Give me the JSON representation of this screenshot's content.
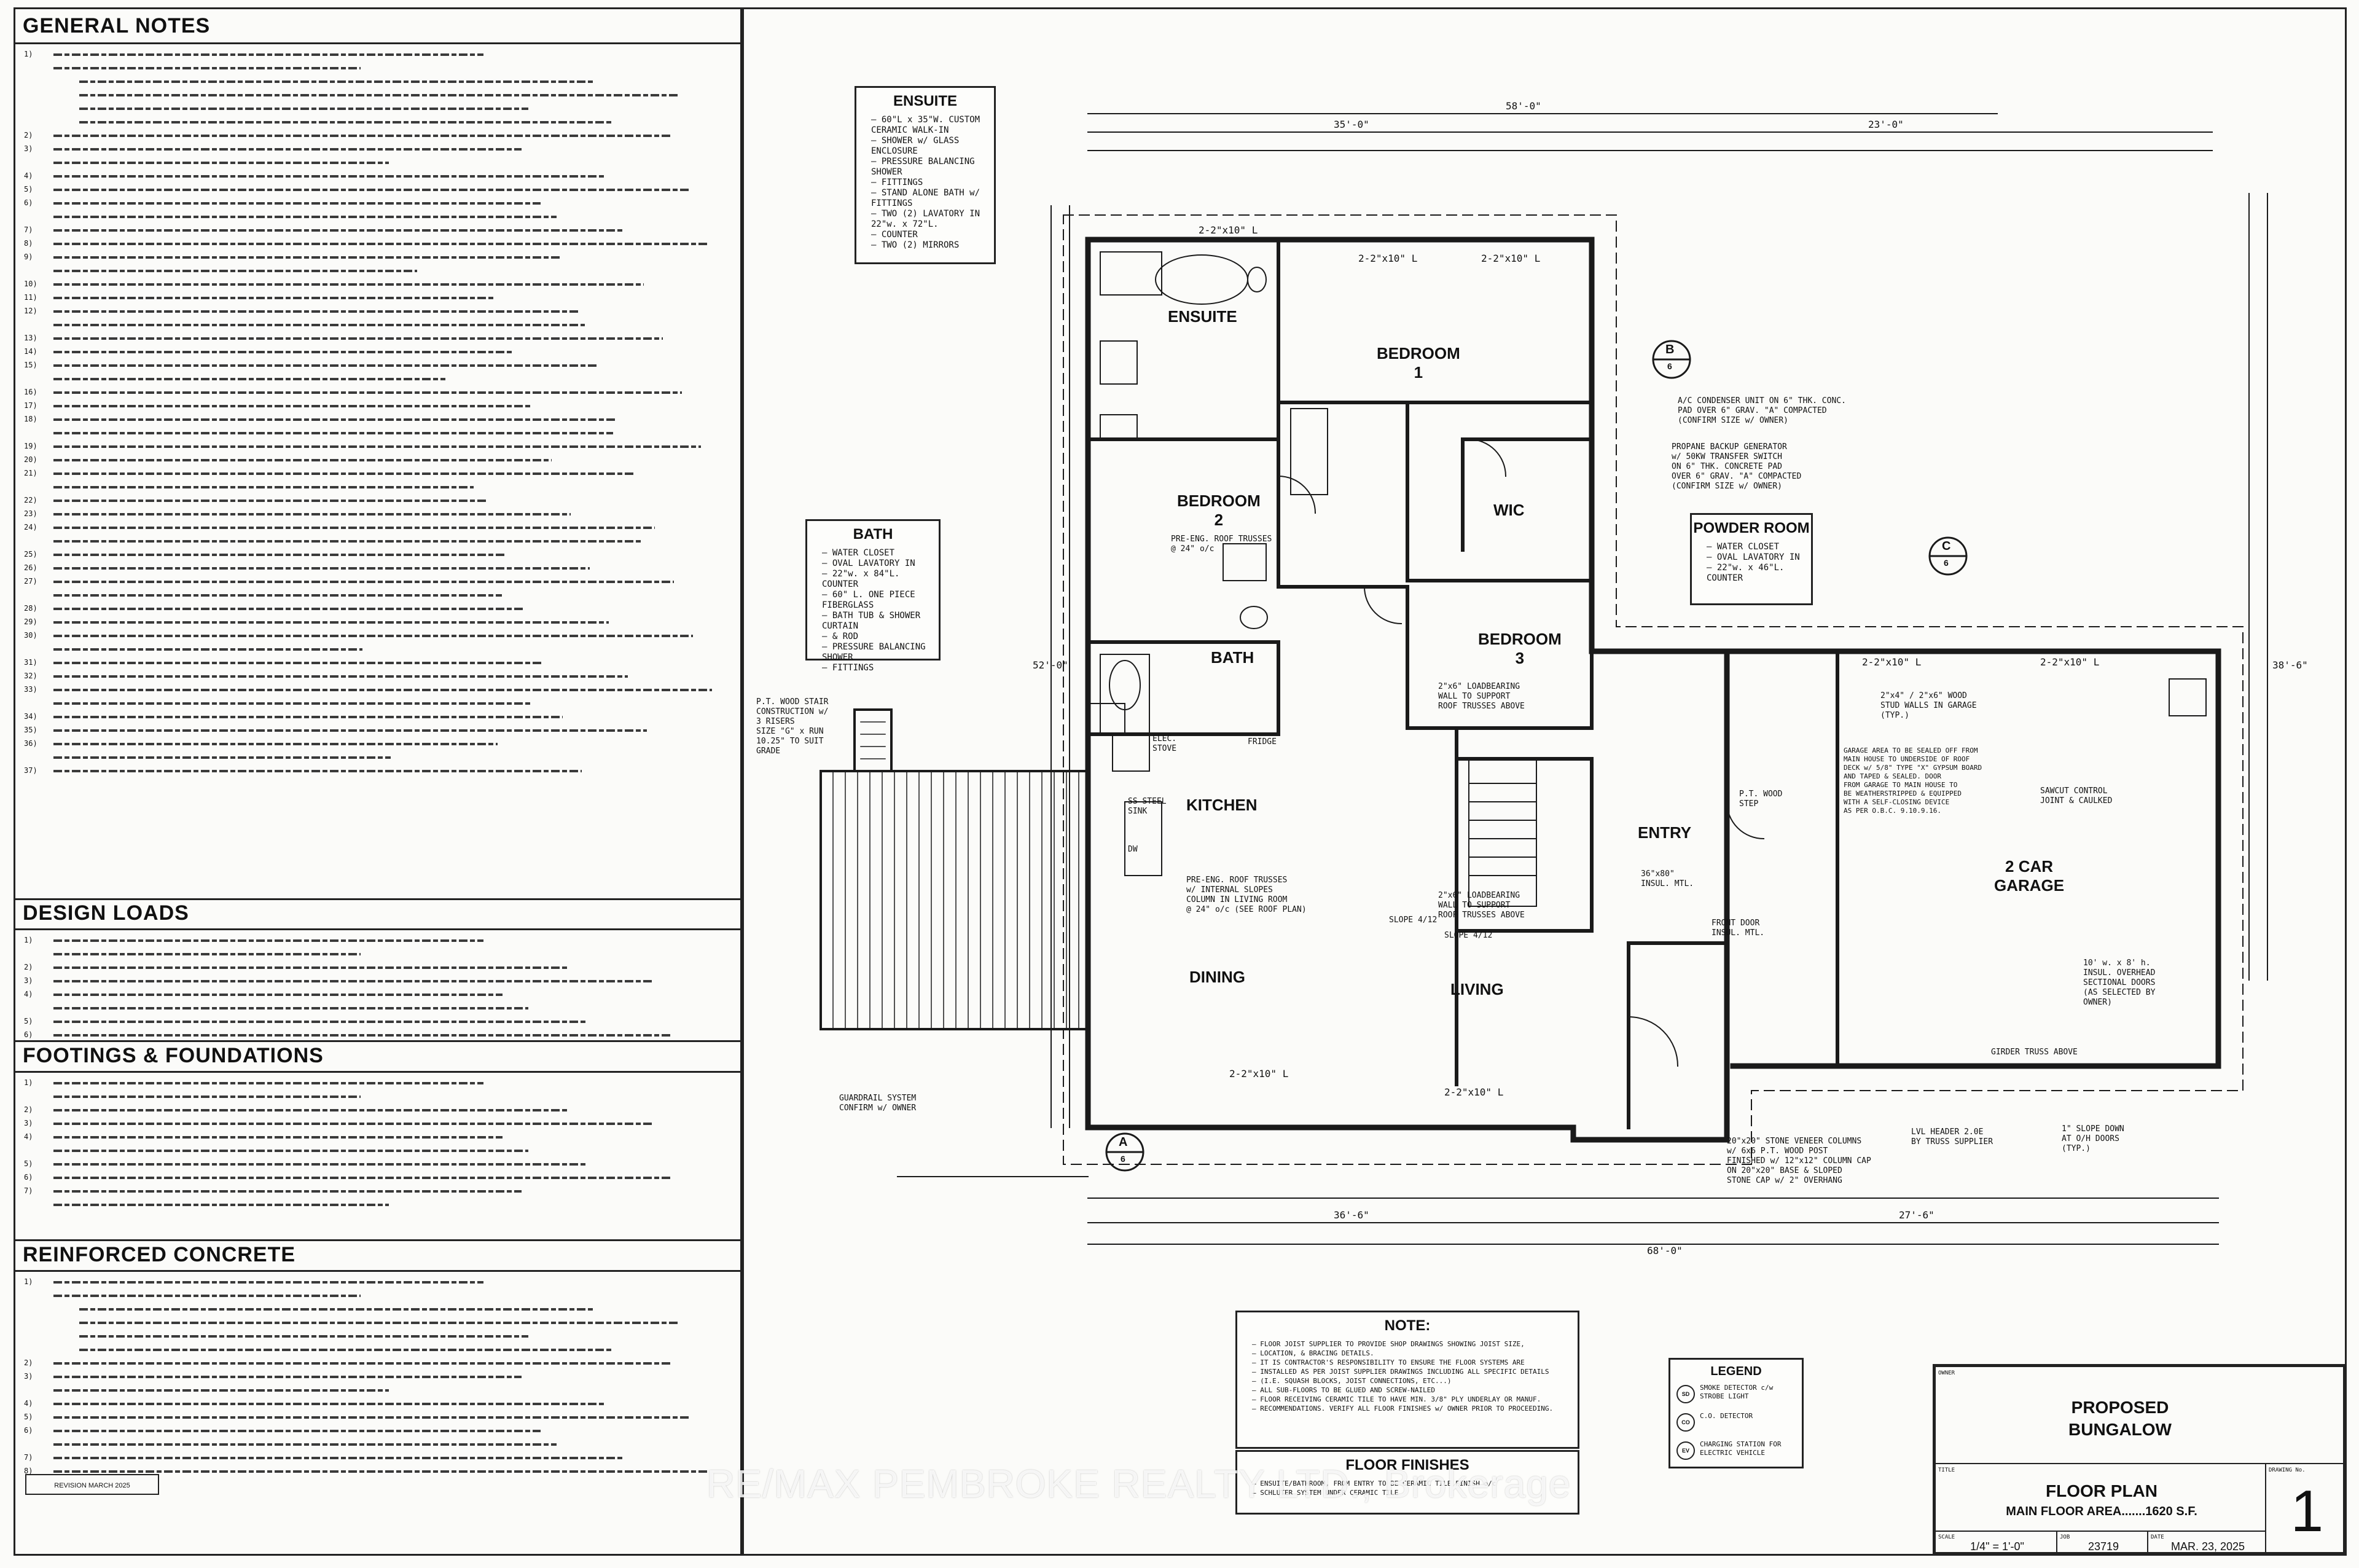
{
  "left_panel": {
    "general_notes_title": "GENERAL NOTES",
    "design_loads_title": "DESIGN LOADS",
    "footings_title": "FOOTINGS & FOUNDATIONS",
    "reinforced_title": "REINFORCED CONCRETE",
    "revision_label": "REVISION MARCH 2025",
    "general_notes_numbers": [
      "1)",
      "",
      "",
      "",
      "",
      "2)",
      "3)",
      "4)",
      "5)",
      "6)",
      "7)",
      "8)",
      "9)",
      "10)",
      "11)",
      "12)",
      "13)",
      "14)",
      "15)",
      "16)",
      "17)",
      "18)",
      "19)",
      "20)",
      "21)",
      "22)",
      "23)",
      "24)",
      "25)",
      "26)",
      "27)",
      "28)",
      "29)",
      "30)",
      "31)",
      "32)",
      "33)",
      "34)",
      "35)",
      "36)",
      "37)"
    ],
    "design_numbers": [
      "1)",
      "2)",
      "3)",
      "4)",
      "5)",
      "6)"
    ],
    "footing_numbers": [
      "1)",
      "2)",
      "3)",
      "4)",
      "5)",
      "6)",
      "7)"
    ],
    "concrete_numbers": [
      "1)",
      "",
      "",
      "",
      "",
      "2)",
      "3)",
      "4)",
      "5)",
      "6)",
      "7)",
      "8)"
    ]
  },
  "rooms": {
    "ensuite": "ENSUITE",
    "bedroom1": "BEDROOM\n1",
    "bedroom2": "BEDROOM\n2",
    "wic": "WIC",
    "bath": "BATH",
    "bedroom3": "BEDROOM\n3",
    "kitchen": "KITCHEN",
    "dining": "DINING",
    "living": "LIVING",
    "entry": "ENTRY",
    "garage": "2 CAR\nGARAGE"
  },
  "beams": {
    "top1": "2-2\"x10\" L",
    "top2": "2-2\"x10\" L",
    "top3": "2-2\"x10\" L",
    "dining": "2-2\"x10\" L",
    "living": "2-2\"x10\" L",
    "garage1": "2-2\"x10\" L",
    "garage2": "2-2\"x10\" L"
  },
  "callouts": {
    "sec_b": "B",
    "sec_b_sheet": "6",
    "sec_c": "C",
    "sec_c_sheet": "6",
    "sec_a": "A",
    "sec_a_sheet": "6",
    "ac_note": "A/C CONDENSER UNIT ON 6\" THK. CONC.\nPAD OVER 6\" GRAV. \"A\" COMPACTED\n(CONFIRM SIZE w/ OWNER)",
    "propane_note": "PROPANE BACKUP GENERATOR\nw/ 50KW TRANSFER SWITCH\nON 6\" THK. CONCRETE PAD\nOVER 6\" GRAV. \"A\" COMPACTED\n(CONFIRM SIZE w/ OWNER)",
    "stair_note": "P.T. WOOD STAIR\nCONSTRUCTION w/\n3 RISERS\nSIZE \"G\" x RUN\n10.25\" TO SUIT\nGRADE",
    "guard_note": "GUARDRAIL SYSTEM\nCONFIRM w/ OWNER",
    "garage_note": "GARAGE AREA TO BE SEALED OFF FROM\nMAIN HOUSE TO UNDERSIDE OF ROOF\nDECK w/ 5/8\" TYPE \"X\" GYPSUM BOARD\nAND TAPED & SEALED. DOOR\nFROM GARAGE TO MAIN HOUSE TO\nBE WEATHERSTRIPPED & EQUIPPED\nWITH A SELF-CLOSING DEVICE\nAS PER O.B.C. 9.10.9.16.",
    "sawcut": "SAWCUT CONTROL\nJOINT & CAULKED",
    "roof_truss_kitchen": "PRE-ENG. ROOF TRUSSES\nw/ INTERNAL SLOPES\nCOLUMN IN LIVING ROOM\n@ 24\" o/c (SEE ROOF PLAN)",
    "roof_truss_bed2": "PRE-ENG. ROOF TRUSSES\n@ 24\" o/c",
    "loadbearing_bed3": "2\"x6\" LOADBEARING\nWALL TO SUPPORT\nROOF TRUSSES ABOVE",
    "loadbearing_living": "2\"x6\" LOADBEARING\nWALL TO SUPPORT\nROOF TRUSSES ABOVE",
    "slope1": "SLOPE 4/12",
    "slope2": "SLOPE 4/12",
    "stone_note": "20\"x20\" STONE VENEER COLUMNS\nw/ 6x6 P.T. WOOD POST\nFINISHED w/ 12\"x12\" COLUMN CAP\nON 20\"x20\" BASE & SLOPED\nSTONE CAP w/ 2\" OVERHANG",
    "lvl_header": "LVL HEADER 2.0E\nBY TRUSS SUPPLIER",
    "slope_down": "1\" SLOPE DOWN\nAT O/H DOORS\n(TYP.)",
    "studwalls": "2\"x4\" / 2\"x6\" WOOD\nSTUD WALLS IN GARAGE\n(TYP.)",
    "overhead_doors": "10' w. x 8' h.\nINSUL. OVERHEAD\nSECTIONAL DOORS\n(AS SELECTED BY\nOWNER)",
    "girder": "GIRDER TRUSS ABOVE",
    "entry_door": "36\"x80\"\nINSUL. MTL.",
    "pt_wood": "P.T. WOOD\nSTEP",
    "front_door": "FRONT DOOR\nINSUL. MTL.",
    "stove": "ELEC.\nSTOVE",
    "fridge": "FRIDGE",
    "sink": "SS STEEL\nSINK",
    "dw": "DW"
  },
  "ensuite_box": {
    "title": "ENSUITE",
    "items": [
      "60\"L x 35\"W. CUSTOM CERAMIC WALK-IN",
      "SHOWER w/ GLASS ENCLOSURE",
      "PRESSURE BALANCING SHOWER",
      "FITTINGS",
      "STAND ALONE BATH w/ FITTINGS",
      "TWO (2) LAVATORY IN 22\"w. x 72\"L.",
      "COUNTER",
      "TWO (2) MIRRORS"
    ]
  },
  "bath_box": {
    "title": "BATH",
    "items": [
      "WATER CLOSET",
      "OVAL LAVATORY IN",
      "22\"w. x 84\"L. COUNTER",
      "60\" L. ONE PIECE FIBERGLASS",
      "BATH TUB & SHOWER CURTAIN",
      "& ROD",
      "PRESSURE BALANCING SHOWER",
      "FITTINGS"
    ]
  },
  "powder_box": {
    "title": "POWDER ROOM",
    "items": [
      "WATER CLOSET",
      "OVAL LAVATORY IN",
      "22\"w. x 46\"L. COUNTER"
    ]
  },
  "note_box": {
    "title": "NOTE:",
    "items": [
      "FLOOR JOIST SUPPLIER TO PROVIDE SHOP DRAWINGS SHOWING JOIST SIZE,",
      "LOCATION, & BRACING DETAILS.",
      "IT IS CONTRACTOR'S RESPONSIBILITY TO ENSURE THE FLOOR SYSTEMS ARE",
      "INSTALLED AS PER JOIST SUPPLIER DRAWINGS INCLUDING ALL SPECIFIC DETAILS",
      "(I.E. SQUASH BLOCKS, JOIST CONNECTIONS, ETC...)",
      "ALL SUB-FLOORS TO BE GLUED AND SCREW-NAILED",
      "FLOOR RECEIVING CERAMIC TILE TO HAVE MIN. 3/8\" PLY UNDERLAY OR MANUF.",
      "RECOMMENDATIONS. VERIFY ALL FLOOR FINISHES w/ OWNER PRIOR TO PROCEEDING."
    ]
  },
  "finish_box": {
    "title": "FLOOR FINISHES",
    "items": [
      "ENSUITE/BATHROOM, FROM ENTRY TO BE CERAMIC TILE FINISH o/c",
      "SCHLUTER SYSTEM UNDER CERAMIC TILE"
    ]
  },
  "legend": {
    "title": "LEGEND",
    "items": [
      {
        "sym": "SD",
        "text": "SMOKE DETECTOR c/w\nSTROBE LIGHT"
      },
      {
        "sym": "CO",
        "text": "C.O. DETECTOR"
      },
      {
        "sym": "EV",
        "text": "CHARGING STATION FOR\nELECTRIC VEHICLE"
      }
    ]
  },
  "title_block": {
    "owner_label": "OWNER",
    "project": "PROPOSED\nBUNGALOW",
    "title_label": "TITLE",
    "sheet_title": "FLOOR PLAN",
    "area": "MAIN FLOOR AREA.......1620 S.F.",
    "drawing_label": "DRAWING No.",
    "drawing_no": "1",
    "scale_label": "SCALE",
    "scale": "1/4\" = 1'-0\"",
    "job_label": "JOB",
    "job_no": "23719",
    "date_label": "DATE",
    "date": "MAR. 23, 2025"
  },
  "watermark": "RE/MAX PEMBROKE REALTY LTD., Brokerage",
  "dims": {
    "overall_top": "58'-0\"",
    "top_a": "35'-0\"",
    "top_b": "23'-0\"",
    "overall_bottom": "68'-0\"",
    "bottom_a": "36'-6\"",
    "bottom_b": "27'-6\"",
    "left_overall": "52'-0\"",
    "right_overall": "38'-6\""
  }
}
